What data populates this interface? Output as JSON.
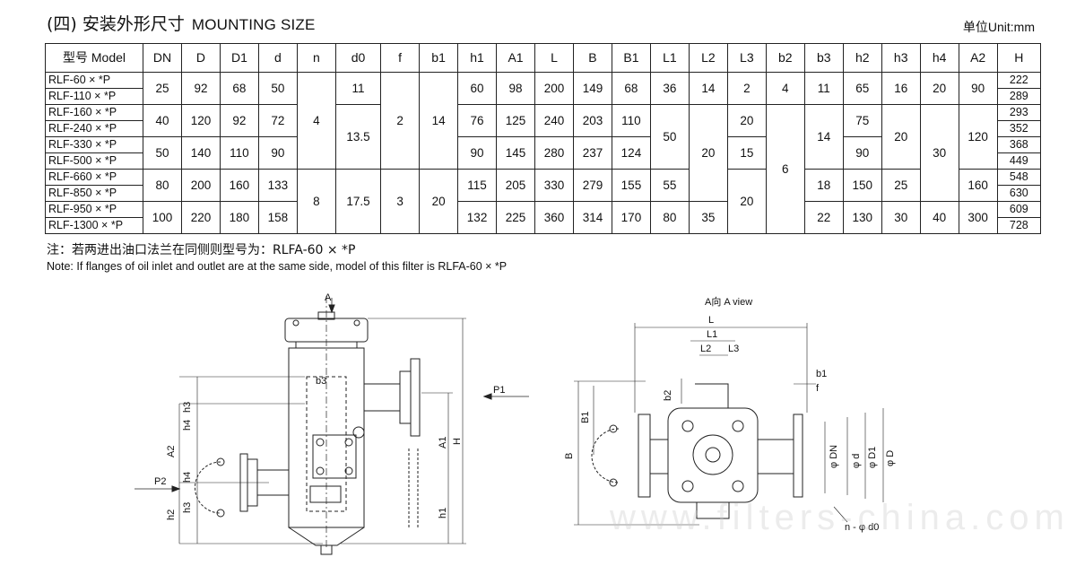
{
  "heading": {
    "zh": "(四) 安装外形尺寸",
    "en": "MOUNTING SIZE",
    "unit": "单位Unit:mm"
  },
  "table": {
    "headers": [
      "型号 Model",
      "DN",
      "D",
      "D1",
      "d",
      "n",
      "d0",
      "f",
      "b1",
      "h1",
      "A1",
      "L",
      "B",
      "B1",
      "L1",
      "L2",
      "L3",
      "b2",
      "b3",
      "h2",
      "h3",
      "h4",
      "A2",
      "H"
    ],
    "models": [
      "RLF-60 × *P",
      "RLF-110 × *P",
      "RLF-160 × *P",
      "RLF-240 × *P",
      "RLF-330 × *P",
      "RLF-500 × *P",
      "RLF-660 × *P",
      "RLF-850 × *P",
      "RLF-950 × *P",
      "RLF-1300 × *P"
    ],
    "groups": [
      {
        "DN": "25",
        "D": "92",
        "D1": "68",
        "d": "50",
        "h1": "60",
        "A1": "98",
        "L": "200",
        "B": "149",
        "B1": "68",
        "L1": "36",
        "L2": "14",
        "L3": "2",
        "b2": "4",
        "b3": "11",
        "h2": "65",
        "h3": "16",
        "h4": "20",
        "A2": "90"
      },
      {
        "DN": "40",
        "D": "120",
        "D1": "92",
        "d": "72",
        "h1": "76",
        "A1": "125",
        "L": "240",
        "B": "203",
        "B1": "110",
        "L3": "20",
        "h2": "75"
      },
      {
        "DN": "50",
        "D": "140",
        "D1": "110",
        "d": "90",
        "h1": "90",
        "A1": "145",
        "L": "280",
        "B": "237",
        "B1": "124",
        "L3": "15",
        "h2": "90"
      },
      {
        "DN": "80",
        "D": "200",
        "D1": "160",
        "d": "133",
        "h1": "115",
        "A1": "205",
        "L": "330",
        "B": "279",
        "B1": "155",
        "L1": "55",
        "b3": "18",
        "h2": "150",
        "h3": "25",
        "A2": "160"
      },
      {
        "DN": "100",
        "D": "220",
        "D1": "180",
        "d": "158",
        "h1": "132",
        "A1": "225",
        "L": "360",
        "B": "314",
        "B1": "170",
        "L1": "80",
        "L2": "35",
        "b3": "22",
        "h2": "130",
        "h3": "30",
        "h4": "40",
        "A2": "300"
      }
    ],
    "merged": {
      "n_a": "4",
      "n_b": "8",
      "d0_a": "11",
      "d0_b": "13.5",
      "d0_c": "17.5",
      "f_a": "2",
      "f_b": "3",
      "b1_a": "14",
      "b1_b": "20",
      "L1_mid": "50",
      "L2_mid": "20",
      "L3_low": "20",
      "b2_mid": "6",
      "b3_mid": "14",
      "h3_mid": "20",
      "h4_mid": "30",
      "A2_mid": "120"
    },
    "H": [
      "222",
      "289",
      "293",
      "352",
      "368",
      "449",
      "548",
      "630",
      "609",
      "728"
    ]
  },
  "notes": {
    "zh": "注：若两进出油口法兰在同侧则型号为：RLFA-60 × *P",
    "en": "Note: If flanges of oil inlet and outlet are at the same side, model of this filter is RLFA-60 × *P"
  },
  "drawing": {
    "left_labels": {
      "a": "A",
      "p1": "P1",
      "p2": "P2",
      "b3": "b3",
      "h3a": "h3",
      "h4a": "h4",
      "a2": "A2",
      "h4b": "h4",
      "h3b": "h3",
      "h2": "h2",
      "a1": "A1",
      "h": "H",
      "h1": "h1"
    },
    "right_labels": {
      "view": "A向   A view",
      "l": "L",
      "l1": "L1",
      "l2": "L2",
      "l3": "L3",
      "b1": "b1",
      "f": "f",
      "b2": "b2",
      "bb1": "B1",
      "b": "B",
      "dn": "φ DN",
      "d": "φ d",
      "d1": "φ D1",
      "dd": "φ D",
      "d0": "n - φ d0"
    }
  },
  "watermark": "www.filters-china.com"
}
